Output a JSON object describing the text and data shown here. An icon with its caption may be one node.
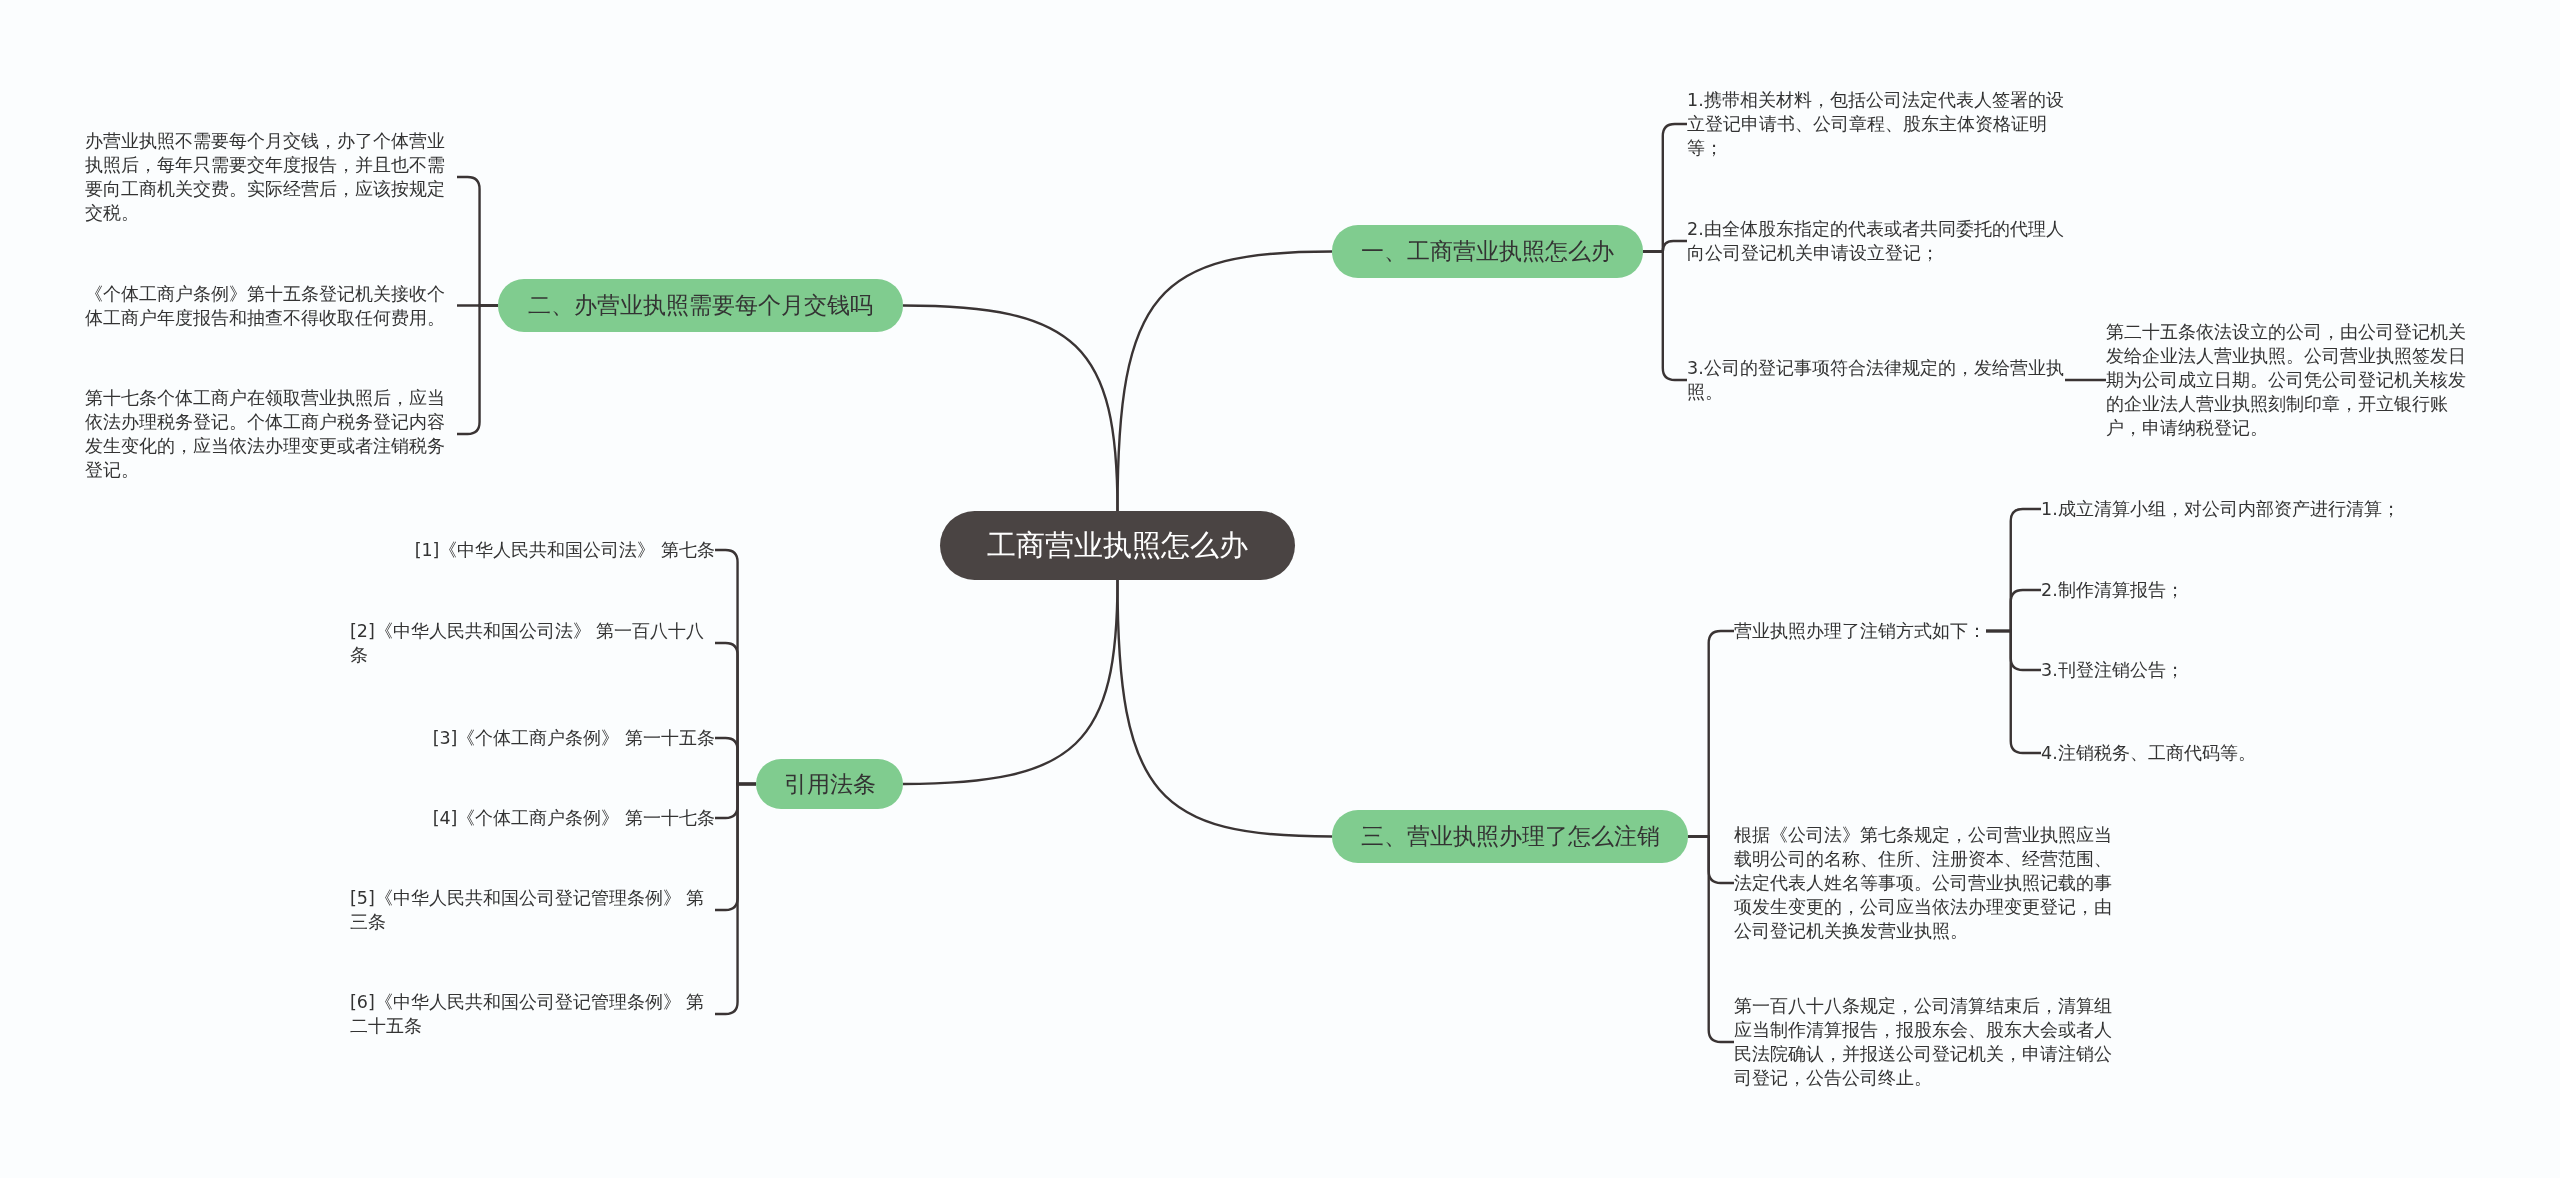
{
  "diagram": {
    "nodes": [
      {
        "text": [
          "工商营业执照怎么办"
        ]
      },
      {
        "text": [
          "一、工商营业执照怎么办"
        ]
      },
      {
        "text": [
          "1.携带相关材料，包括公司法定代表人签署的设立登记申请书、公司章程、股东主体资格证明等；"
        ]
      },
      {
        "text": [
          "2.由全体股东指定的代表或者共同委托的代理人向公司登记机关申请设立登记；"
        ]
      },
      {
        "text": [
          "3.公司的登记事项符合法律规定的，发给营业执照。"
        ]
      },
      {
        "text": [
          "第二十五条依法设立的公司，由公司登记机关发给企业法人营业执照。公司营业执照签发日期为公司成立日期。公司凭公司登记机关核发的企业法人营业执照刻制印章，开立银行账户，申请纳税登记。"
        ]
      },
      {
        "text": [
          "二、办营业执照需要每个月交钱吗"
        ]
      },
      {
        "text": [
          "办营业执照不需要每个月交钱，办了个体营业执照后，每年只需要交年度报告，并且也不需要向工商机关交费。实际经营后，应该按规定交税。"
        ]
      },
      {
        "text": [
          "《个体工商户条例》第十五条登记机关接收个体工商户年度报告和抽查不得收取任何费用。"
        ]
      },
      {
        "text": [
          "第十七条个体工商户在领取营业执照后，应当依法办理税务登记。个体工商户税务登记内容发生变化的，应当依法办理变更或者注销税务登记。"
        ]
      },
      {
        "text": [
          "引用法条"
        ]
      },
      {
        "text": [
          "[1]《中华人民共和国公司法》 第七条"
        ]
      },
      {
        "text": [
          "[2]《中华人民共和国公司法》 第一百八十八条"
        ]
      },
      {
        "text": [
          "[3]《个体工商户条例》 第一十五条"
        ]
      },
      {
        "text": [
          "[4]《个体工商户条例》 第一十七条"
        ]
      },
      {
        "text": [
          "[5]《中华人民共和国公司登记管理条例》 第三条"
        ]
      },
      {
        "text": [
          "[6]《中华人民共和国公司登记管理条例》 第二十五条"
        ]
      },
      {
        "text": [
          "三、营业执照办理了怎么注销"
        ]
      },
      {
        "text": [
          "营业执照办理了注销方式如下："
        ]
      },
      {
        "text": [
          "1.成立清算小组，对公司内部资产进行清算；"
        ]
      },
      {
        "text": [
          "2.制作清算报告；"
        ]
      },
      {
        "text": [
          "3.刊登注销公告；"
        ]
      },
      {
        "text": [
          "4.注销税务、工商代码等。"
        ]
      },
      {
        "text": [
          "根据《公司法》第七条规定，公司营业执照应当载明公司的名称、住所、注册资本、经营范围、法定代表人姓名等事项。公司营业执照记载的事项发生变更的，公司应当依法办理变更登记，由公司登记机关换发营业执照。"
        ]
      },
      {
        "text": [
          "第一百八十八条规定，公司清算结束后，清算组应当制作清算报告，报股东会、股东大会或者人民法院确认，并报送公司登记机关，申请注销公司登记，公告公司终止。"
        ]
      }
    ],
    "edges": [
      {
        "from": 0,
        "to": 1,
        "arrow": "none"
      },
      {
        "from": 1,
        "to": 2,
        "arrow": "none"
      },
      {
        "from": 1,
        "to": 3,
        "arrow": "none"
      },
      {
        "from": 1,
        "to": 4,
        "arrow": "none"
      },
      {
        "from": 4,
        "to": 5,
        "arrow": "none"
      },
      {
        "from": 0,
        "to": 6,
        "arrow": "none"
      },
      {
        "from": 6,
        "to": 7,
        "arrow": "none"
      },
      {
        "from": 6,
        "to": 8,
        "arrow": "none"
      },
      {
        "from": 6,
        "to": 9,
        "arrow": "none"
      },
      {
        "from": 0,
        "to": 10,
        "arrow": "none"
      },
      {
        "from": 10,
        "to": 11,
        "arrow": "none"
      },
      {
        "from": 10,
        "to": 12,
        "arrow": "none"
      },
      {
        "from": 10,
        "to": 13,
        "arrow": "none"
      },
      {
        "from": 10,
        "to": 14,
        "arrow": "none"
      },
      {
        "from": 10,
        "to": 15,
        "arrow": "none"
      },
      {
        "from": 10,
        "to": 16,
        "arrow": "none"
      },
      {
        "from": 0,
        "to": 17,
        "arrow": "none"
      },
      {
        "from": 17,
        "to": 18,
        "arrow": "none"
      },
      {
        "from": 17,
        "to": 23,
        "arrow": "none"
      },
      {
        "from": 17,
        "to": 24,
        "arrow": "none"
      },
      {
        "from": 18,
        "to": 19,
        "arrow": "none"
      },
      {
        "from": 18,
        "to": 20,
        "arrow": "none"
      },
      {
        "from": 18,
        "to": 21,
        "arrow": "none"
      },
      {
        "from": 18,
        "to": 22,
        "arrow": "none"
      }
    ]
  }
}
